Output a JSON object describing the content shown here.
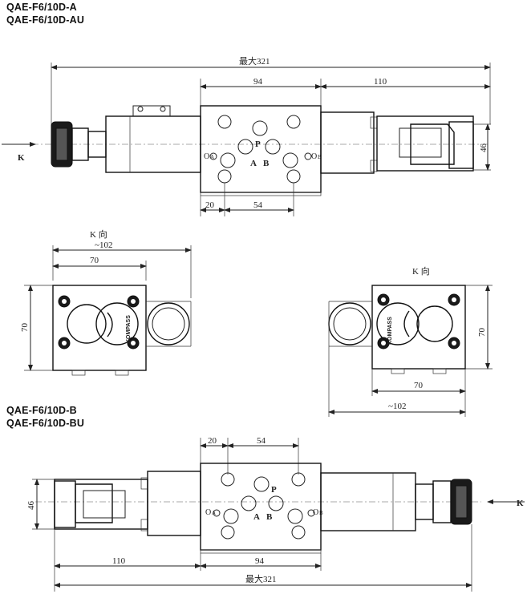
{
  "titles": {
    "top_line1": "QAE-F6/10D-A",
    "top_line2": "QAE-F6/10D-AU",
    "bottom_line1": "QAE-F6/10D-B",
    "bottom_line2": "QAE-F6/10D-BU"
  },
  "top_view": {
    "dim_overall": "最大321",
    "dim_94": "94",
    "dim_110": "110",
    "dim_46": "46",
    "dim_20": "20",
    "dim_54": "54",
    "arrow_k": "K",
    "port_p": "P",
    "port_a": "A",
    "port_b": "B",
    "port_oa": "O",
    "port_oa_sub": "A",
    "port_ob": "O",
    "port_ob_sub": "B"
  },
  "left_end_view": {
    "label_k": "K 向",
    "dim_102": "~102",
    "dim_70w": "70",
    "dim_70h": "70",
    "brand": "KOMPASS"
  },
  "right_end_view": {
    "label_k": "K 向",
    "dim_102": "~102",
    "dim_70w": "70",
    "dim_70h": "70",
    "brand": "KOMPASS"
  },
  "bottom_view": {
    "dim_overall": "最大321",
    "dim_94": "94",
    "dim_110": "110",
    "dim_46": "46",
    "dim_20": "20",
    "dim_54": "54",
    "arrow_k": "K",
    "port_p": "P",
    "port_a": "A",
    "port_b": "B",
    "port_oa": "O",
    "port_oa_sub": "A",
    "port_ob": "O",
    "port_ob_sub": "B"
  }
}
